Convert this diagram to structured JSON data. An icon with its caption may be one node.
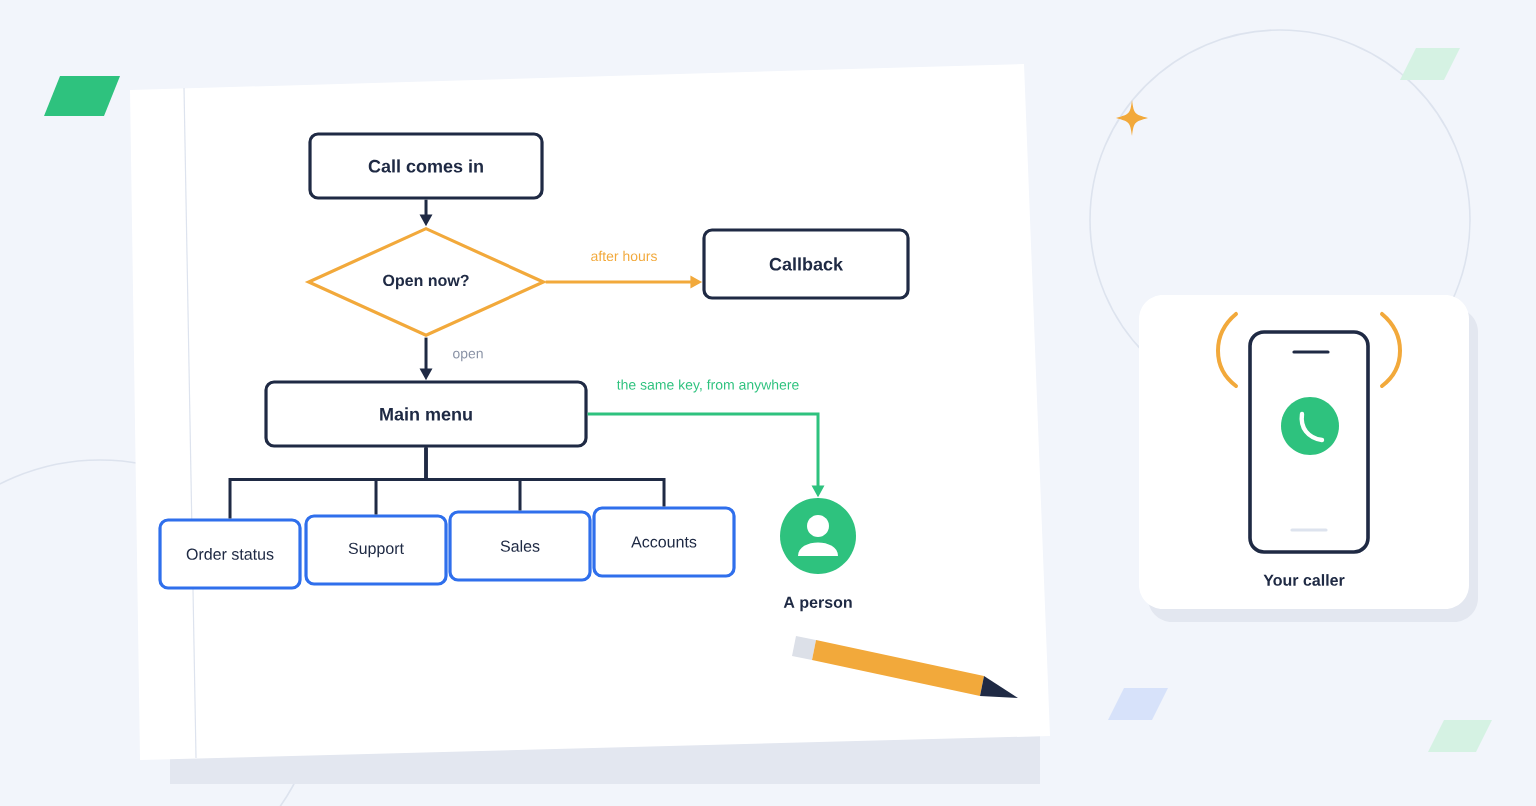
{
  "diagram": {
    "nodes": [
      {
        "text": [
          "Call comes in"
        ]
      },
      {
        "text": [
          "Open now?"
        ]
      },
      {
        "text": [
          "Callback"
        ]
      },
      {
        "text": [
          "Main menu"
        ]
      },
      {
        "text": [
          "Order status"
        ]
      },
      {
        "text": [
          "Support"
        ]
      },
      {
        "text": [
          "Sales"
        ]
      },
      {
        "text": [
          "Accounts"
        ]
      },
      {
        "text": [],
        "shape": "person",
        "beside": [
          "A person"
        ]
      },
      {
        "text": [
          "Your caller"
        ]
      }
    ],
    "edges": [
      {
        "from": 0,
        "to": 1,
        "arrow": "to"
      },
      {
        "from": 1,
        "to": 2,
        "arrow": "to",
        "label": "after hours",
        "color": "#f2a93b"
      },
      {
        "from": 1,
        "to": 3,
        "arrow": "to",
        "label": "open"
      },
      {
        "from": 3,
        "to": 8,
        "arrow": "to",
        "label": "the same key, from anywhere",
        "color": "#2ec27e"
      },
      {
        "from": 3,
        "to": 4,
        "arrow": "none"
      },
      {
        "from": 3,
        "to": 5,
        "arrow": "none"
      },
      {
        "from": 3,
        "to": 6,
        "arrow": "none"
      },
      {
        "from": 3,
        "to": 7,
        "arrow": "none"
      }
    ]
  }
}
